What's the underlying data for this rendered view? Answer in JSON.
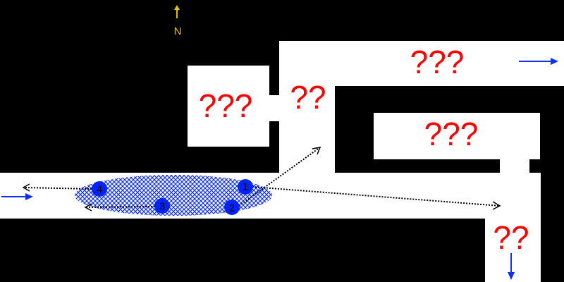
{
  "compass": {
    "label": "N"
  },
  "areas": [
    {
      "id": "room-west",
      "label": "???"
    },
    {
      "id": "corridor-junction",
      "label": "??"
    },
    {
      "id": "corridor-north",
      "label": "???"
    },
    {
      "id": "room-inner",
      "label": "???"
    },
    {
      "id": "corridor-southeast",
      "label": "??"
    }
  ],
  "markers": [
    {
      "label": "1"
    },
    {
      "label": "2"
    },
    {
      "label": "3"
    },
    {
      "label": "4"
    }
  ],
  "colors": {
    "unknown": "#ff0000",
    "marker": "#0022ff",
    "flow": "#1030ff",
    "compass": "#e8c000"
  }
}
